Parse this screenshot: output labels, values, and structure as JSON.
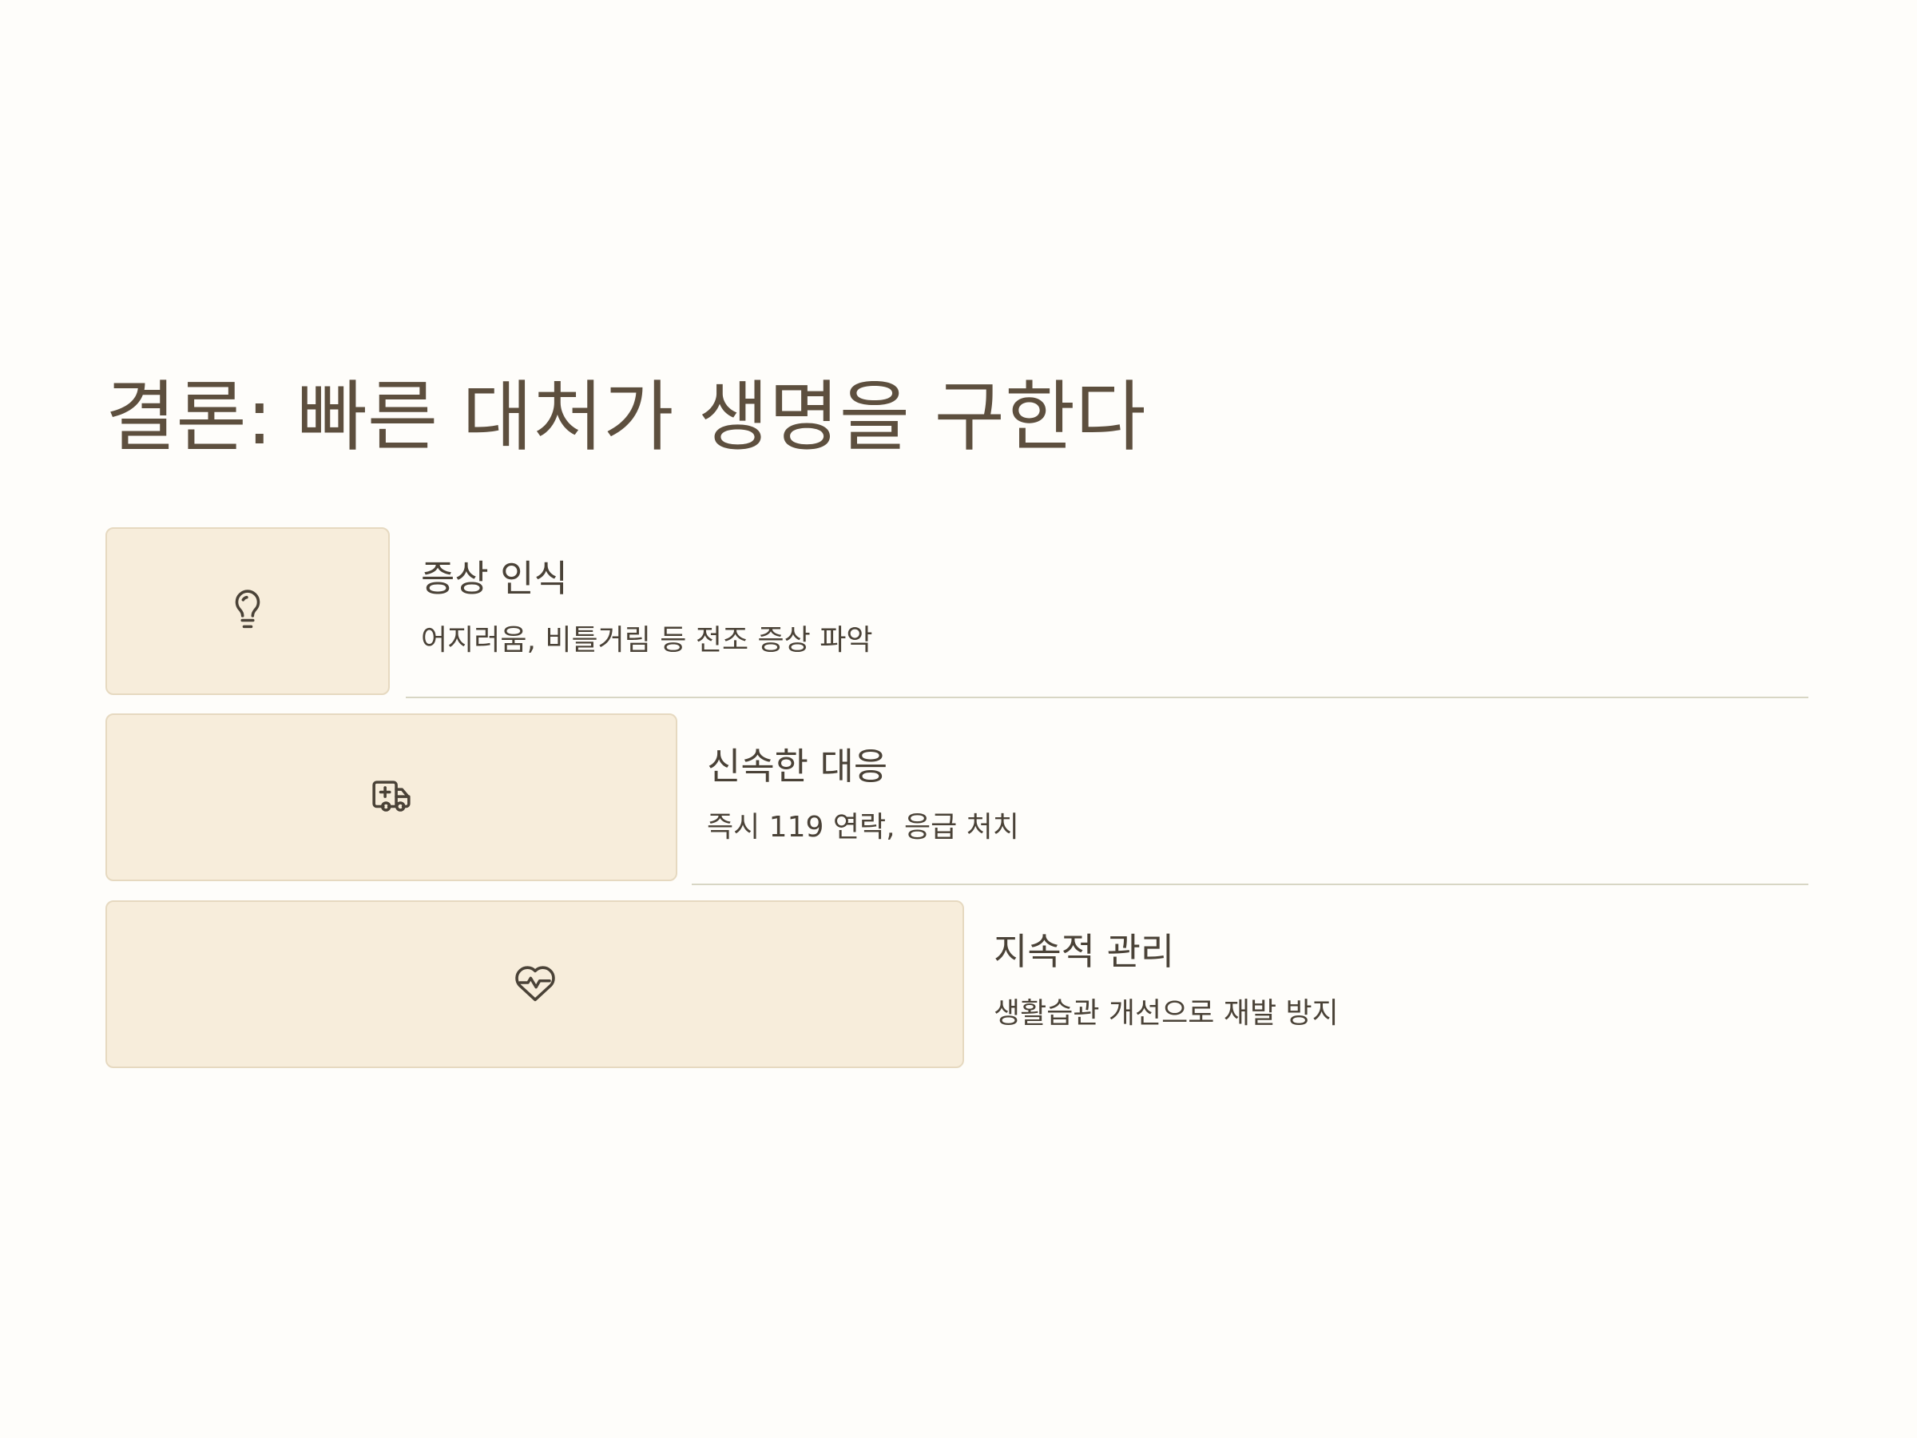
{
  "slide": {
    "title": "결론: 빠른 대처가 생명을 구한다"
  },
  "steps": [
    {
      "icon": "lightbulb-icon",
      "title": "증상 인식",
      "description": "어지러움, 비틀거림 등 전조 증상 파악"
    },
    {
      "icon": "ambulance-icon",
      "title": "신속한 대응",
      "description": "즉시 119 연락, 응급 처치"
    },
    {
      "icon": "heart-pulse-icon",
      "title": "지속적 관리",
      "description": "생활습관 개선으로 재발 방지"
    }
  ],
  "colors": {
    "background": "#fefdfa",
    "title_text": "#5d4f3e",
    "body_text": "#4a4237",
    "box_fill": "#f7eddb",
    "box_border": "#e6d9c0",
    "divider": "#d8d6c4"
  }
}
